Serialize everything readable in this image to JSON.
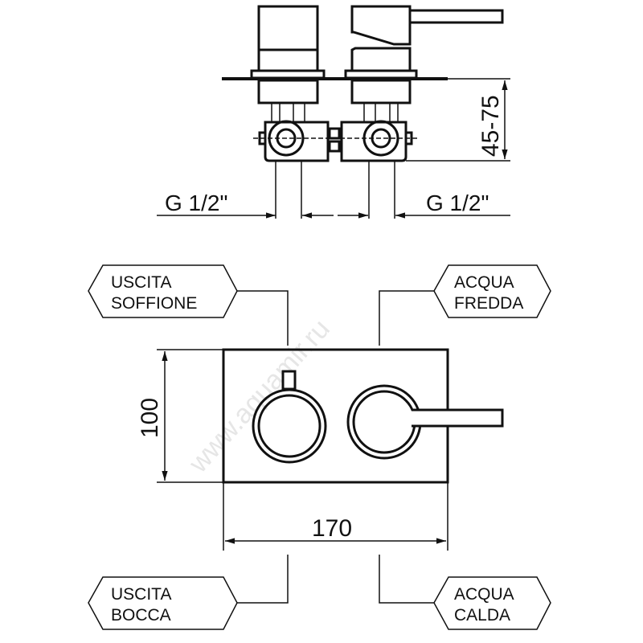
{
  "dimensions": {
    "depth": "45-75",
    "height": "100",
    "width": "170",
    "thread_left": "G 1/2\"",
    "thread_right": "G 1/2\""
  },
  "labels": {
    "top_left": [
      "USCITA",
      "SOFFIONE"
    ],
    "top_right": [
      "ACQUA",
      "FREDDA"
    ],
    "bottom_left": [
      "USCITA",
      "BOCCA"
    ],
    "bottom_right": [
      "ACQUA",
      "CALDA"
    ]
  },
  "watermark": "www.aquamir.ru"
}
